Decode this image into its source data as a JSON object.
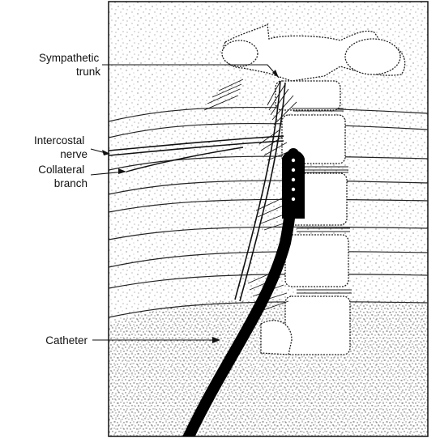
{
  "labels": {
    "sympathetic_trunk": [
      "Sympathetic",
      "trunk"
    ],
    "intercostal_nerve": [
      "Intercostal",
      "nerve"
    ],
    "collateral_branch": [
      "Collateral",
      "branch"
    ],
    "catheter": "Catheter"
  },
  "colors": {
    "ink": "#111111",
    "paper": "#ffffff",
    "stipple": "#555555"
  }
}
